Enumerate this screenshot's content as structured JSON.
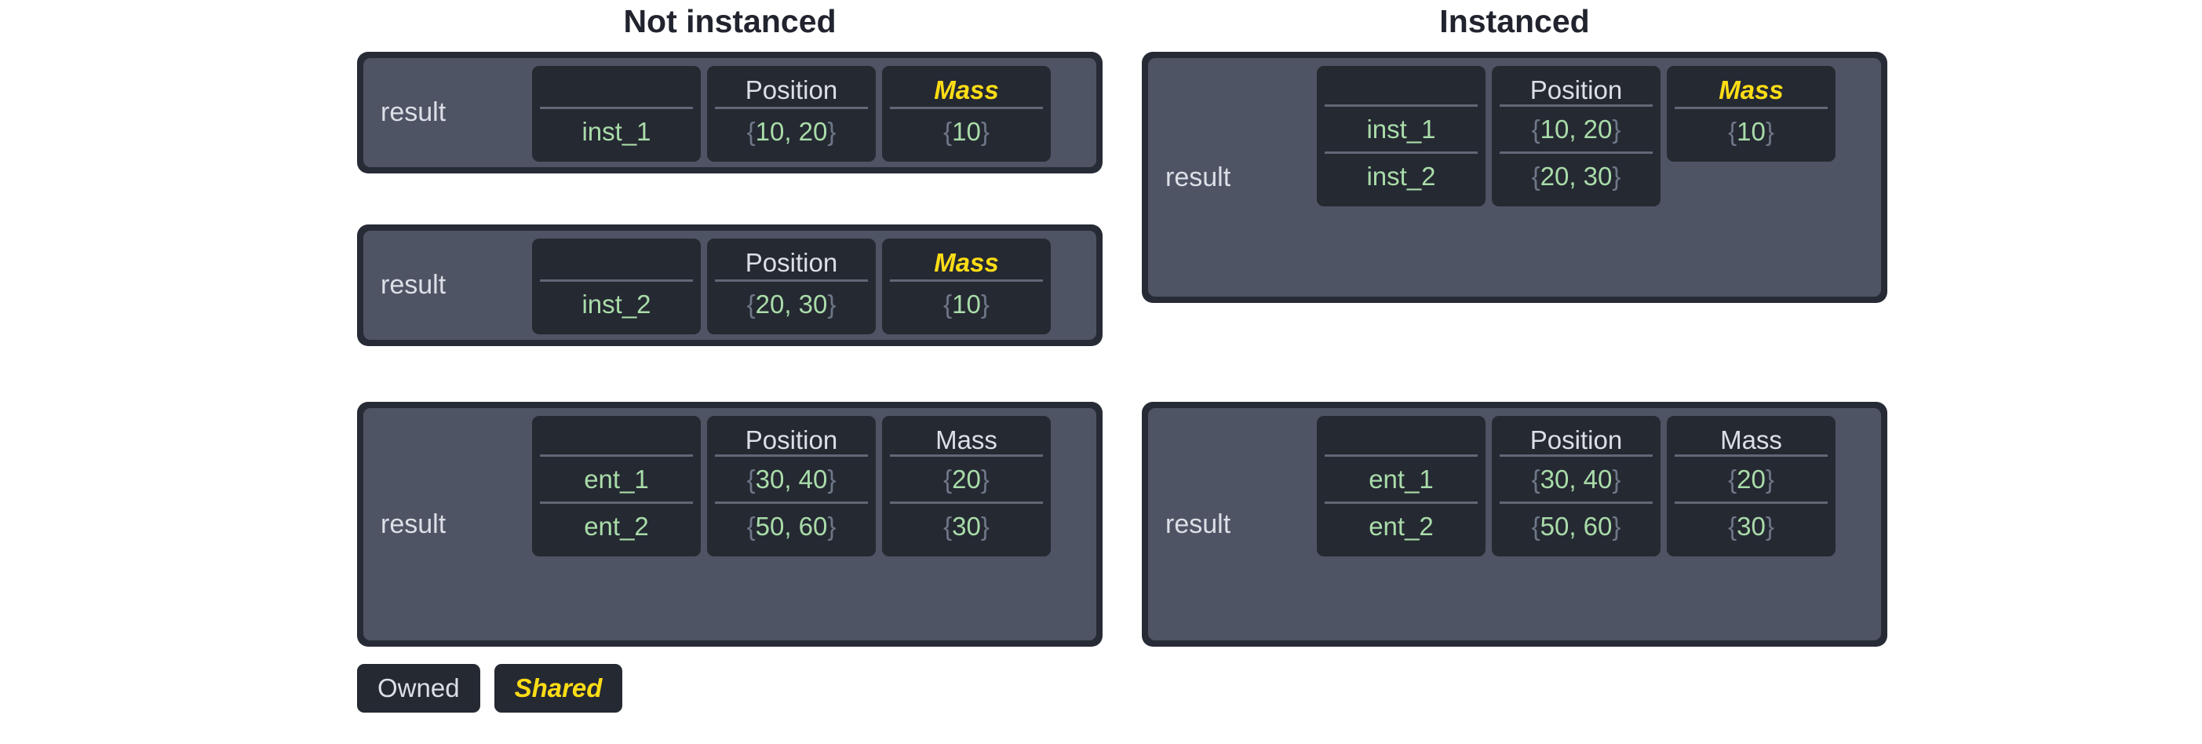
{
  "panels": [
    {
      "id": "not-instanced",
      "title": "Not instanced"
    },
    {
      "id": "instanced",
      "title": "Instanced"
    }
  ],
  "result_label": "result",
  "headers": {
    "position": "Position",
    "mass": "Mass",
    "blank": ""
  },
  "legend": {
    "owned": "Owned",
    "shared": "Shared"
  },
  "colors": {
    "frame": "#272b36",
    "panel": "#4e5464",
    "card": "#252932",
    "owned_text": "#dcdfe6",
    "shared_text": "#ffdd15",
    "value_text": "#a9dca9",
    "brace_text": "#6e7788",
    "divider": "#616776",
    "title_text": "#21242e",
    "background": "#ffffff"
  },
  "tables": {
    "left_1": {
      "result": "result",
      "columns": [
        {
          "header": "",
          "kind": "blank",
          "cells": [
            "inst_1"
          ]
        },
        {
          "header": "Position",
          "kind": "owned",
          "cells": [
            "{10, 20}"
          ]
        },
        {
          "header": "Mass",
          "kind": "shared",
          "cells": [
            "{10}"
          ]
        }
      ]
    },
    "left_2": {
      "result": "result",
      "columns": [
        {
          "header": "",
          "kind": "blank",
          "cells": [
            "inst_2"
          ]
        },
        {
          "header": "Position",
          "kind": "owned",
          "cells": [
            "{20, 30}"
          ]
        },
        {
          "header": "Mass",
          "kind": "shared",
          "cells": [
            "{10}"
          ]
        }
      ]
    },
    "left_3": {
      "result": "result",
      "columns": [
        {
          "header": "",
          "kind": "blank",
          "cells": [
            "ent_1",
            "ent_2"
          ]
        },
        {
          "header": "Position",
          "kind": "owned",
          "cells": [
            "{30, 40}",
            "{50, 60}"
          ]
        },
        {
          "header": "Mass",
          "kind": "owned",
          "cells": [
            "{20}",
            "{30}"
          ]
        }
      ]
    },
    "right_1": {
      "result": "result",
      "columns": [
        {
          "header": "",
          "kind": "blank",
          "cells": [
            "inst_1",
            "inst_2"
          ]
        },
        {
          "header": "Position",
          "kind": "owned",
          "cells": [
            "{10, 20}",
            "{20, 30}"
          ]
        },
        {
          "header": "Mass",
          "kind": "shared",
          "cells": [
            "{10}"
          ]
        }
      ]
    },
    "right_2": {
      "result": "result",
      "columns": [
        {
          "header": "",
          "kind": "blank",
          "cells": [
            "ent_1",
            "ent_2"
          ]
        },
        {
          "header": "Position",
          "kind": "owned",
          "cells": [
            "{30, 40}",
            "{50, 60}"
          ]
        },
        {
          "header": "Mass",
          "kind": "owned",
          "cells": [
            "{20}",
            "{30}"
          ]
        }
      ]
    }
  }
}
